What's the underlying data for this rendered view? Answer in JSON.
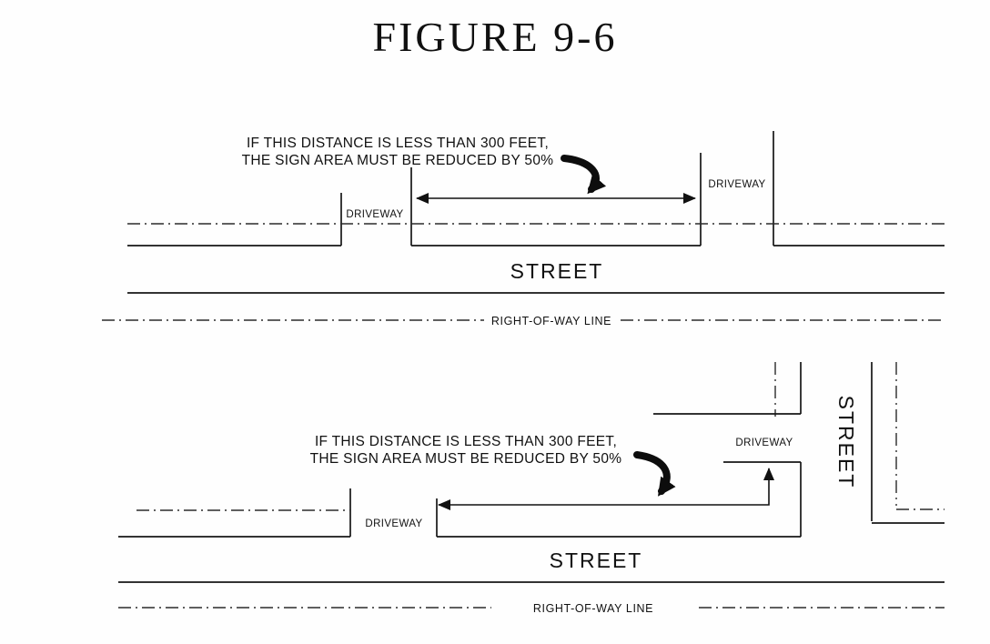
{
  "figure_title": "FIGURE 9-6",
  "top_diagram": {
    "note_line1": "IF THIS DISTANCE IS LESS THAN 300 FEET,",
    "note_line2": "THE SIGN AREA MUST BE REDUCED BY 50%",
    "driveway_left_label": "DRIVEWAY",
    "driveway_right_label": "DRIVEWAY",
    "street_label": "STREET",
    "right_of_way_label": "RIGHT-OF-WAY LINE"
  },
  "bottom_diagram": {
    "note_line1": "IF THIS DISTANCE IS LESS THAN 300 FEET,",
    "note_line2": "THE SIGN AREA MUST BE REDUCED BY 50%",
    "driveway_left_label": "DRIVEWAY",
    "driveway_top_label": "DRIVEWAY",
    "street_main_label": "STREET",
    "street_cross_label": "STREET",
    "right_of_way_label": "RIGHT-OF-WAY LINE"
  }
}
